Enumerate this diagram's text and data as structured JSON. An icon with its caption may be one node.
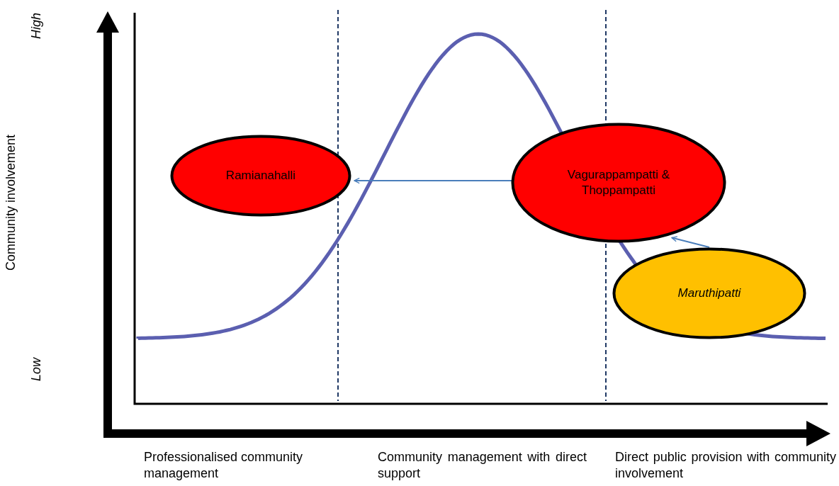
{
  "diagram": {
    "nodes": [
      {
        "text": [
          "Ramianahalli"
        ]
      },
      {
        "text": [
          "Vagurappampatti & Thoppampatti"
        ]
      },
      {
        "text": [
          "Maruthipatti"
        ]
      }
    ],
    "edges": [
      {
        "from": 1,
        "to": 0,
        "arrow": "to"
      },
      {
        "from": 2,
        "to": 1,
        "arrow": "to"
      }
    ],
    "labels": [
      "High",
      "Community involvement",
      "Low",
      "Professionalised community management",
      "Community management with direct support",
      "Direct public provision with community involvement"
    ]
  }
}
